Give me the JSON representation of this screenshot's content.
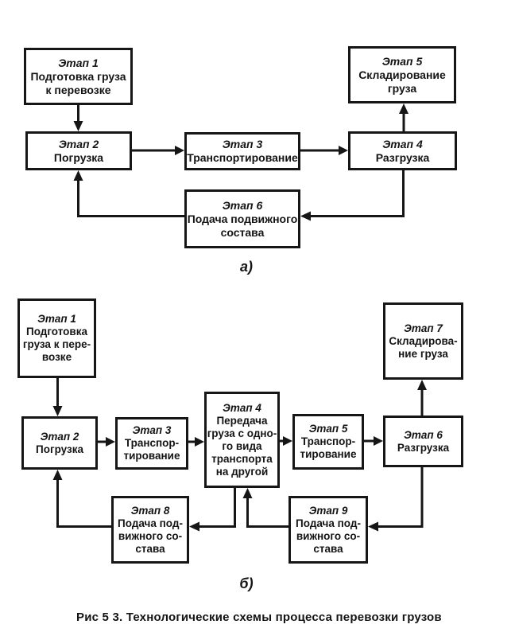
{
  "figure": {
    "type": "flowchart",
    "ink_color": "#161616",
    "background_color": "#ffffff",
    "caption": "Рис 5 3. Технологические схемы процесса перевозки грузов"
  },
  "diagram_a": {
    "label": "а)",
    "boxes": [
      {
        "stage": "Этап 1",
        "desc": "Подготовка груза\nк перевозке"
      },
      {
        "stage": "Этап 2",
        "desc": "Погрузка"
      },
      {
        "stage": "Этап 3",
        "desc": "Транспортирование"
      },
      {
        "stage": "Этап 4",
        "desc": "Разгрузка"
      },
      {
        "stage": "Этап 5",
        "desc": "Складирование\nгруза"
      },
      {
        "stage": "Этап 6",
        "desc": "Подача подвижного\nсостава"
      }
    ],
    "edges": [
      {
        "from": "Этап 1",
        "to": "Этап 2"
      },
      {
        "from": "Этап 2",
        "to": "Этап 3"
      },
      {
        "from": "Этап 3",
        "to": "Этап 4"
      },
      {
        "from": "Этап 4",
        "to": "Этап 5"
      },
      {
        "from": "Этап 4",
        "to": "Этап 6"
      },
      {
        "from": "Этап 6",
        "to": "Этап 2"
      }
    ]
  },
  "diagram_b": {
    "label": "б)",
    "boxes": [
      {
        "stage": "Этап 1",
        "desc": "Подготовка\nгруза к пере-\nвозке"
      },
      {
        "stage": "Этап 2",
        "desc": "Погрузка"
      },
      {
        "stage": "Этап 3",
        "desc": "Транспор-\nтирование"
      },
      {
        "stage": "Этап 4",
        "desc": "Передача\nгруза с одно-\nго вида\nтранспорта\nна другой"
      },
      {
        "stage": "Этап 5",
        "desc": "Транспор-\nтирование"
      },
      {
        "stage": "Этап 6",
        "desc": "Разгрузка"
      },
      {
        "stage": "Этап 7",
        "desc": "Складирова-\nние груза"
      },
      {
        "stage": "Этап 8",
        "desc": "Подача под-\nвижного со-\nстава"
      },
      {
        "stage": "Этап 9",
        "desc": "Подача под-\nвижного со-\nстава"
      }
    ],
    "edges": [
      {
        "from": "Этап 1",
        "to": "Этап 2"
      },
      {
        "from": "Этап 2",
        "to": "Этап 3"
      },
      {
        "from": "Этап 3",
        "to": "Этап 4"
      },
      {
        "from": "Этап 4",
        "to": "Этап 5"
      },
      {
        "from": "Этап 5",
        "to": "Этап 6"
      },
      {
        "from": "Этап 6",
        "to": "Этап 7"
      },
      {
        "from": "Этап 6",
        "to": "Этап 9"
      },
      {
        "from": "Этап 9",
        "to": "Этап 4"
      },
      {
        "from": "Этап 4",
        "to": "Этап 8"
      },
      {
        "from": "Этап 8",
        "to": "Этап 2"
      }
    ]
  }
}
